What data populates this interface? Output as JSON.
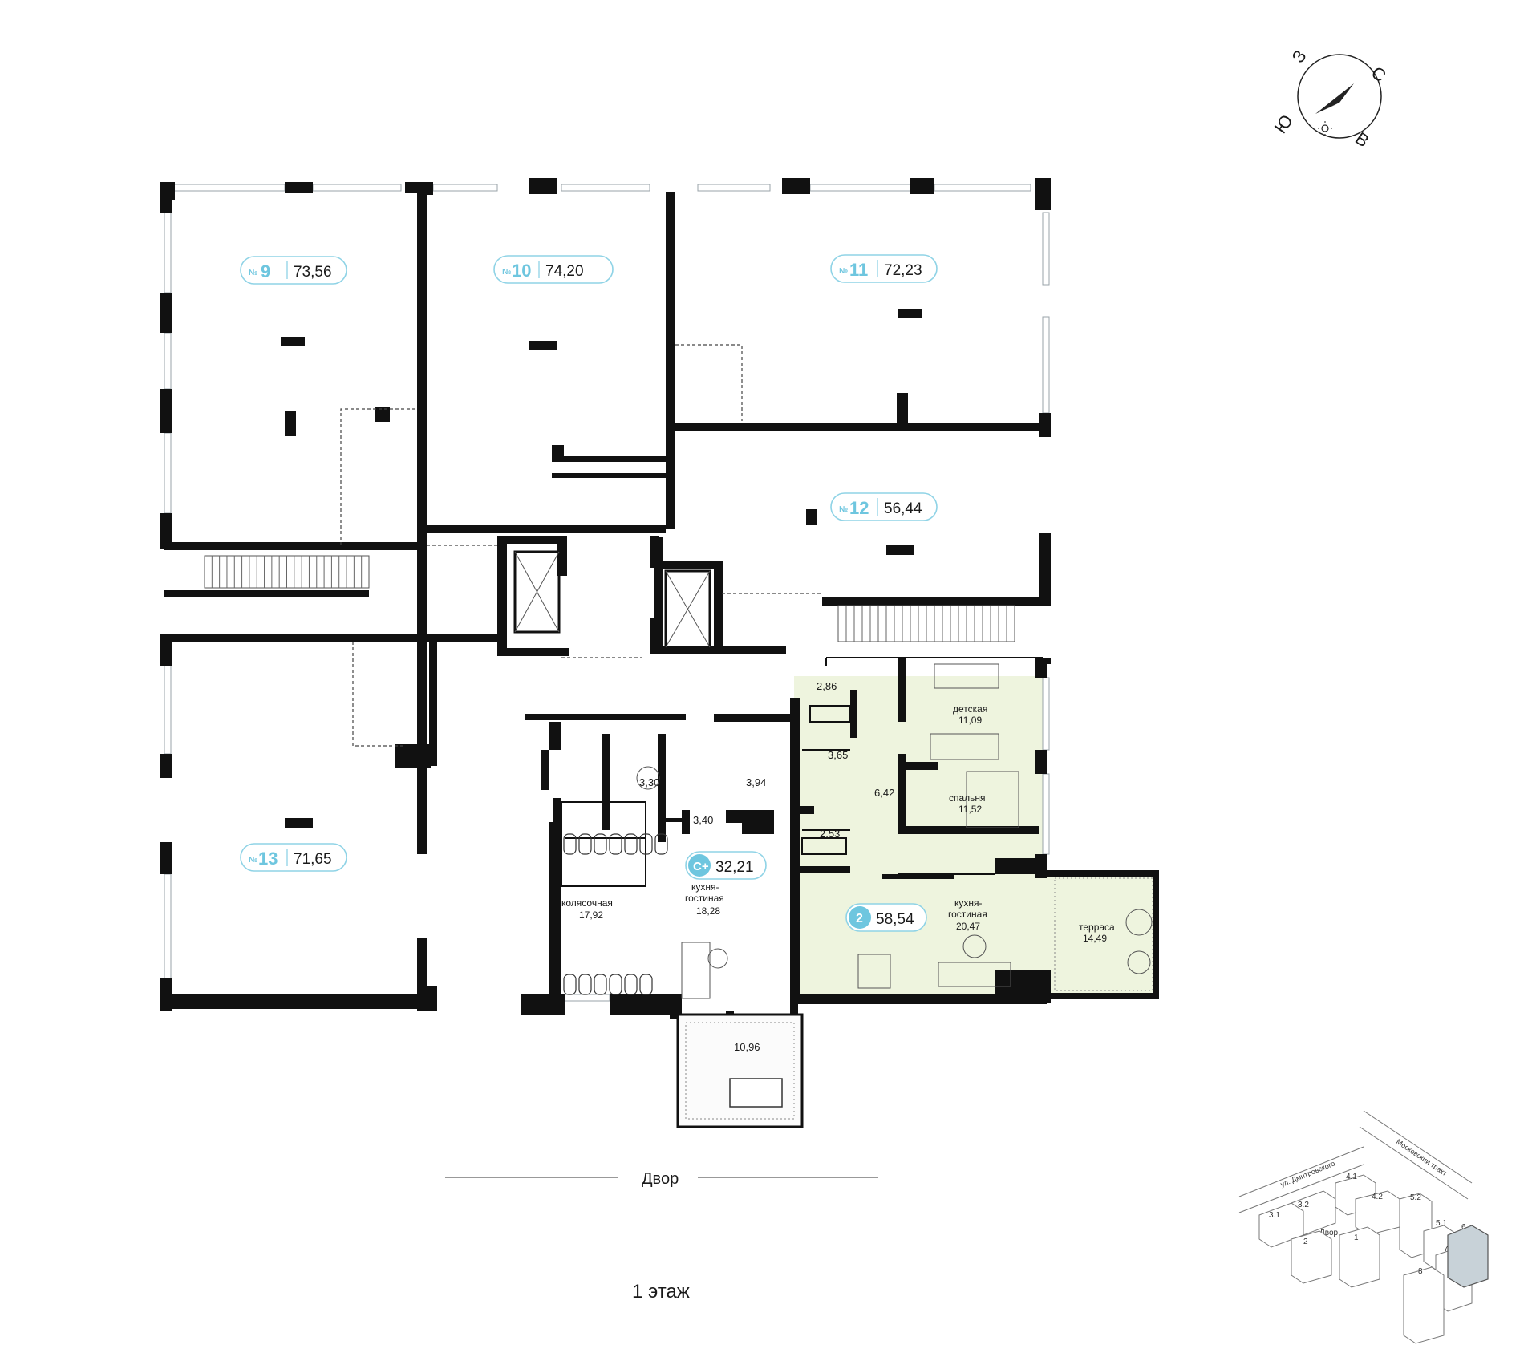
{
  "compass": {
    "north": "С",
    "south": "Ю",
    "east": "В",
    "west": "З"
  },
  "units": [
    {
      "prefix": "№",
      "number": "9",
      "area": "73,56"
    },
    {
      "prefix": "№",
      "number": "10",
      "area": "74,20"
    },
    {
      "prefix": "№",
      "number": "11",
      "area": "72,23"
    },
    {
      "prefix": "№",
      "number": "12",
      "area": "56,44"
    },
    {
      "prefix": "№",
      "number": "13",
      "area": "71,65"
    }
  ],
  "apartments": [
    {
      "type_badge": "С+",
      "total_area": "32,21"
    },
    {
      "type_badge": "2",
      "total_area": "58,54"
    }
  ],
  "rooms": {
    "studio_corridor": "3,40",
    "studio_wardrobe": "3,30",
    "studio_bath": "3,94",
    "studio_kitchen_label": "кухня-\nгостиная",
    "studio_kitchen_area": "18,28",
    "studio_terrace": "10,96",
    "stroller_label": "колясочная",
    "stroller_area": "17,92",
    "apt2_entry": "2,86",
    "apt2_bath1": "3,65",
    "apt2_bath2": "2,53",
    "apt2_hall": "6,42",
    "kids_label": "детская",
    "kids_area": "11,09",
    "bedroom_label": "спальня",
    "bedroom_area": "11,52",
    "apt2_kitchen_label": "кухня-\nгостиная",
    "apt2_kitchen_area": "20,47",
    "terrace_label": "терраса",
    "terrace_area": "14,49"
  },
  "yard_label": "Двор",
  "floor_label": "1 этаж",
  "minimap": {
    "street1": "ул. Дмитровского",
    "street2": "Московский тракт",
    "yard": "Двор",
    "buildings": [
      "3.1",
      "3.2",
      "4.1",
      "4.2",
      "5.2",
      "5.1",
      "6",
      "2",
      "1",
      "7",
      "8"
    ],
    "highlighted": "6"
  },
  "colors": {
    "accent": "#6ec6df",
    "apartment_fill": "#eef4de",
    "wall": "#111111"
  }
}
